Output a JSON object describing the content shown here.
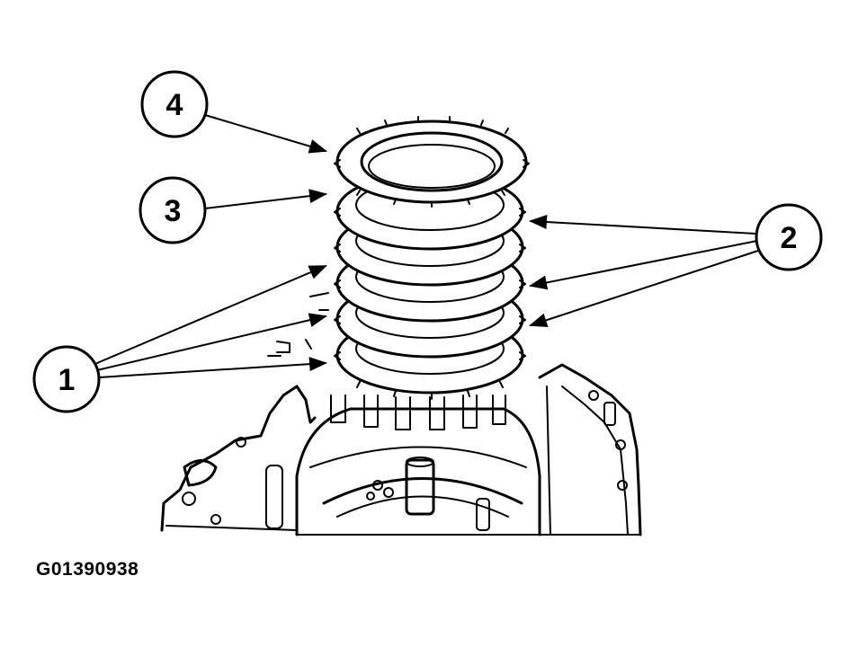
{
  "figure": {
    "figure_id": "G01390938",
    "callouts": [
      {
        "label": "1"
      },
      {
        "label": "2"
      },
      {
        "label": "3"
      },
      {
        "label": "4"
      }
    ]
  }
}
